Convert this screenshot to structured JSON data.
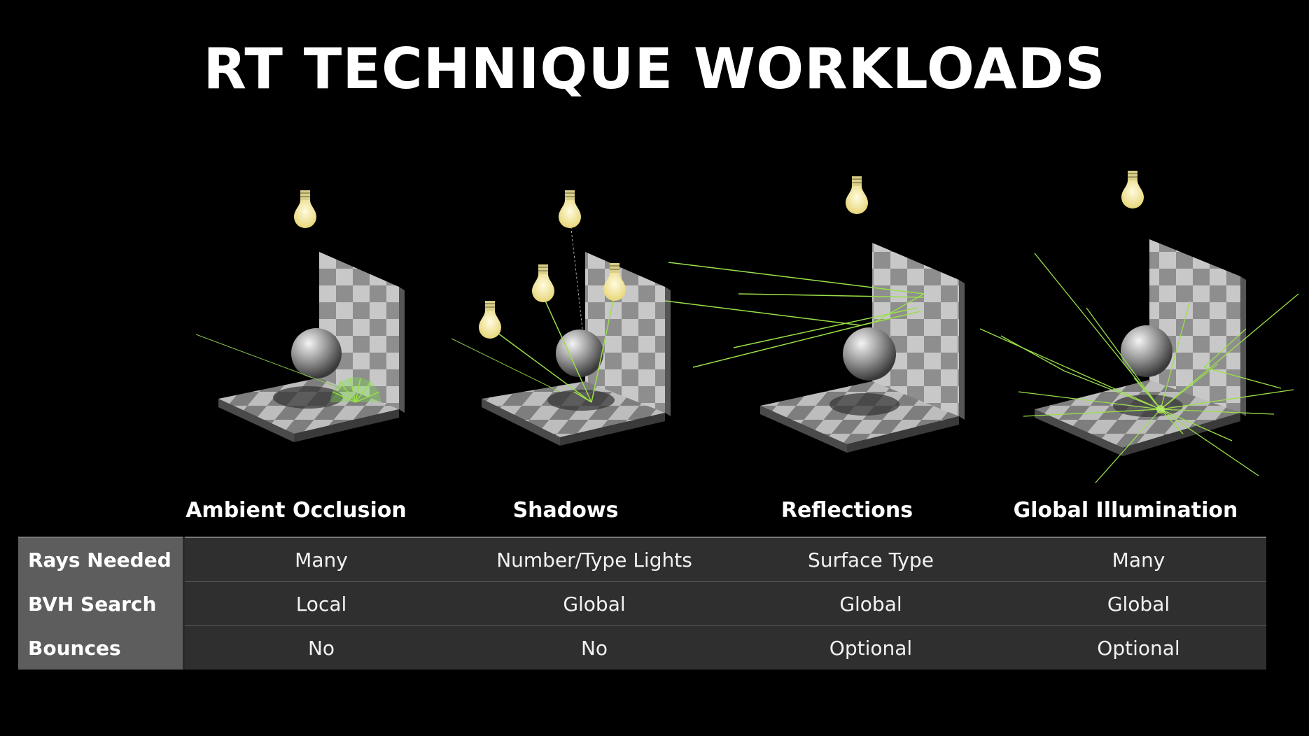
{
  "title": "RT TECHNIQUE WORKLOADS",
  "techniques": [
    {
      "name": "Ambient Occlusion"
    },
    {
      "name": "Shadows"
    },
    {
      "name": "Reflections"
    },
    {
      "name": "Global Illumination"
    }
  ],
  "table": {
    "rows": [
      {
        "label": "Rays Needed",
        "values": [
          "Many",
          "Number/Type Lights",
          "Surface Type",
          "Many"
        ]
      },
      {
        "label": "BVH Search",
        "values": [
          "Local",
          "Global",
          "Global",
          "Global"
        ]
      },
      {
        "label": "Bounces",
        "values": [
          "No",
          "No",
          "Optional",
          "Optional"
        ]
      }
    ]
  },
  "colors": {
    "background": "#000000",
    "ray": "#9be04a",
    "bulb": "#f6eba0",
    "row_header": "#5d5d5d",
    "cell": "#2f2f2f"
  }
}
